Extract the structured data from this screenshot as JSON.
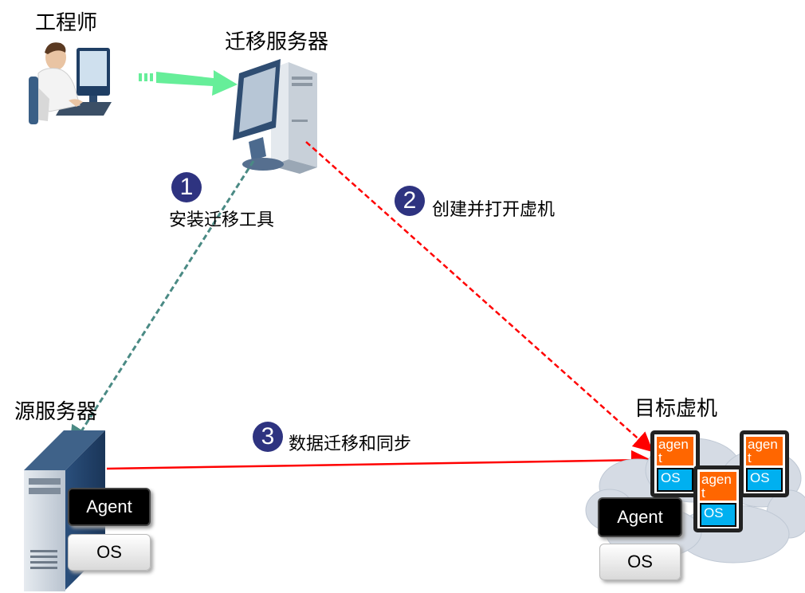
{
  "nodes": {
    "engineer": "工程师",
    "migration_server": "迁移服务器",
    "source_server": "源服务器",
    "target_vm": "目标虚机"
  },
  "steps": [
    {
      "num": "1",
      "label": "安装迁移工具"
    },
    {
      "num": "2",
      "label": "创建并打开虚机"
    },
    {
      "num": "3",
      "label": "数据迁移和同步"
    }
  ],
  "source_stack": {
    "agent": "Agent",
    "os": "OS"
  },
  "target_stack": {
    "agent": "Agent",
    "os": "OS"
  },
  "vms": [
    {
      "agent": "agent",
      "os": "OS"
    },
    {
      "agent": "agent",
      "os": "OS"
    },
    {
      "agent": "agent",
      "os": "OS"
    }
  ],
  "colors": {
    "step_circle": "#2e3380",
    "arrow_install": "#4a8a84",
    "arrow_create": "#ff0000",
    "arrow_data": "#ff0000",
    "arrow_engineer": "#66ee99",
    "vm_agent": "#ff6600",
    "vm_os": "#00b0f0"
  }
}
